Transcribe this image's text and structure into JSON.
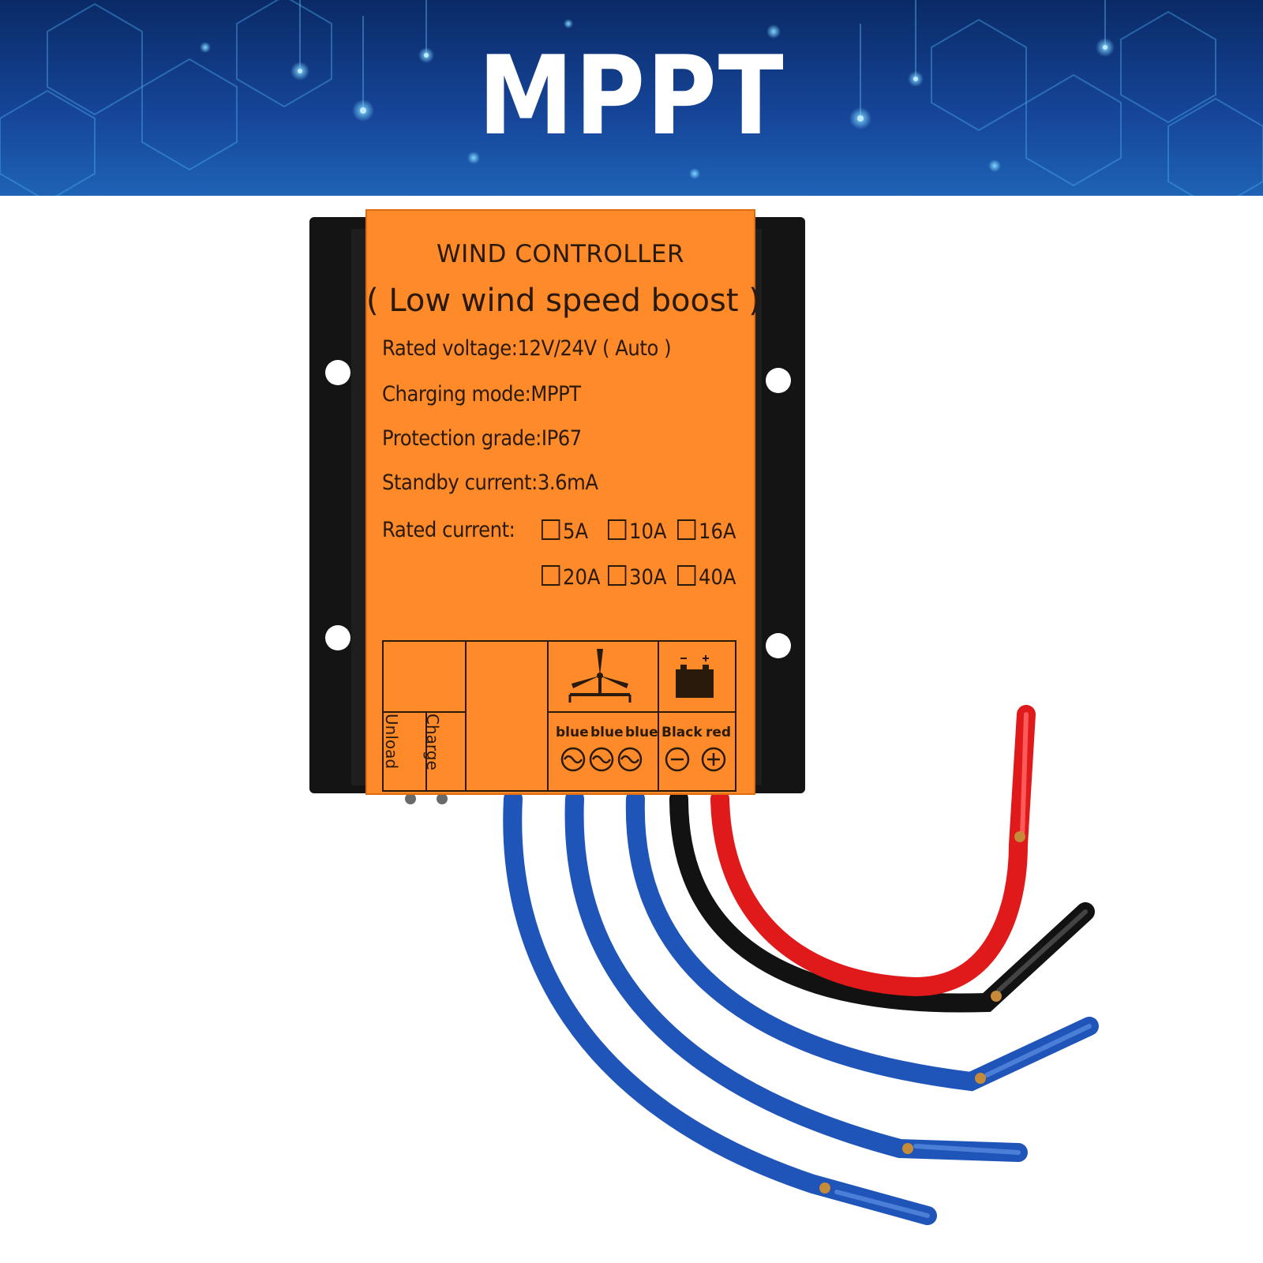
{
  "banner": {
    "title": "MPPT",
    "colors": {
      "bg_dark": "#0a2a66",
      "bg_light": "#1e63b5",
      "glow": "#7fd8ff"
    }
  },
  "controller": {
    "colors": {
      "label": "#ff8a2a",
      "housing": "#141414",
      "text": "#2a1a0c"
    },
    "title": "WIND CONTROLLER",
    "subtitle": "( Low wind speed boost )",
    "specs": [
      "Rated voltage:12V/24V ( Auto )",
      "Charging mode:MPPT",
      "Protection grade:IP67",
      "Standby current:3.6mA"
    ],
    "rated_current_label": "Rated current:",
    "rated_current_options": [
      "5A",
      "10A",
      "16A",
      "20A",
      "30A",
      "40A"
    ],
    "indicators": [
      "Unload",
      "Charge"
    ],
    "turbine_wires": [
      "blue",
      "blue",
      "blue"
    ],
    "battery_wires": [
      "Black",
      "red"
    ],
    "icons": [
      "wind-turbine-icon",
      "battery-icon",
      "ac-symbol-icon",
      "minus-terminal-icon",
      "plus-terminal-icon"
    ]
  },
  "wires": {
    "colors": {
      "blue": "#1f54b8",
      "black": "#121212",
      "red": "#e01a1a"
    }
  }
}
